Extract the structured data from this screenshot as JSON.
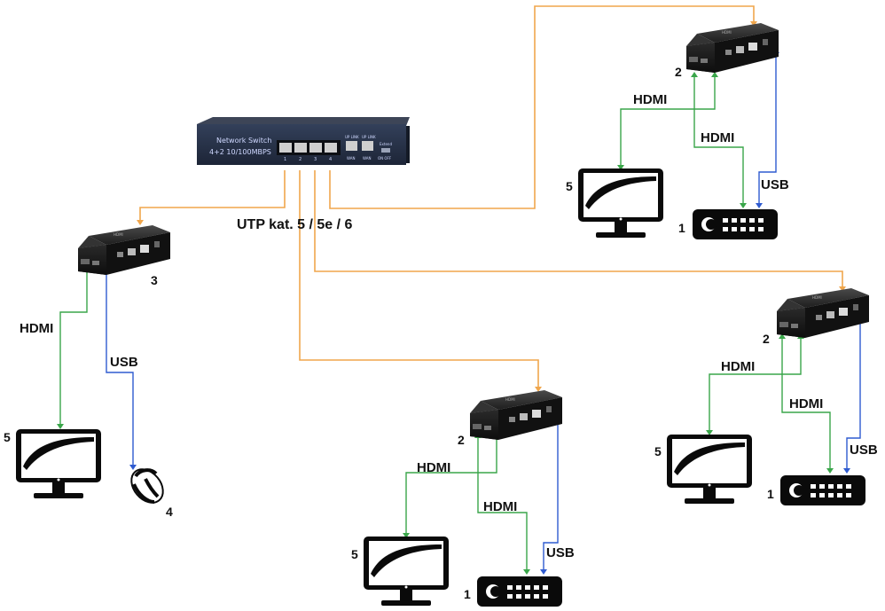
{
  "switch": {
    "brand_line": "Network Switch",
    "spec_line": "4+2 10/100MBPS",
    "port_numbers": [
      "1",
      "2",
      "3",
      "4"
    ],
    "uplink_labels": [
      "UP LINK",
      "UP LINK"
    ],
    "uplink_sub_labels": [
      "WAN",
      "WAN"
    ],
    "extend_label": "Extend",
    "toggle_label": "ON OFF"
  },
  "cable_label": "UTP kat. 5 / 5e / 6",
  "labels": {
    "hdmi": "HDMI",
    "usb": "USB",
    "n1": "1",
    "n2": "2",
    "n3": "3",
    "n4": "4",
    "n5": "5"
  },
  "colors": {
    "utp_cable": "#f0a64c",
    "hdmi_cable": "#3aa64a",
    "usb_cable": "#2f5bd0",
    "switch_body": "#2a3447",
    "device_body": "#1b1b1b"
  }
}
